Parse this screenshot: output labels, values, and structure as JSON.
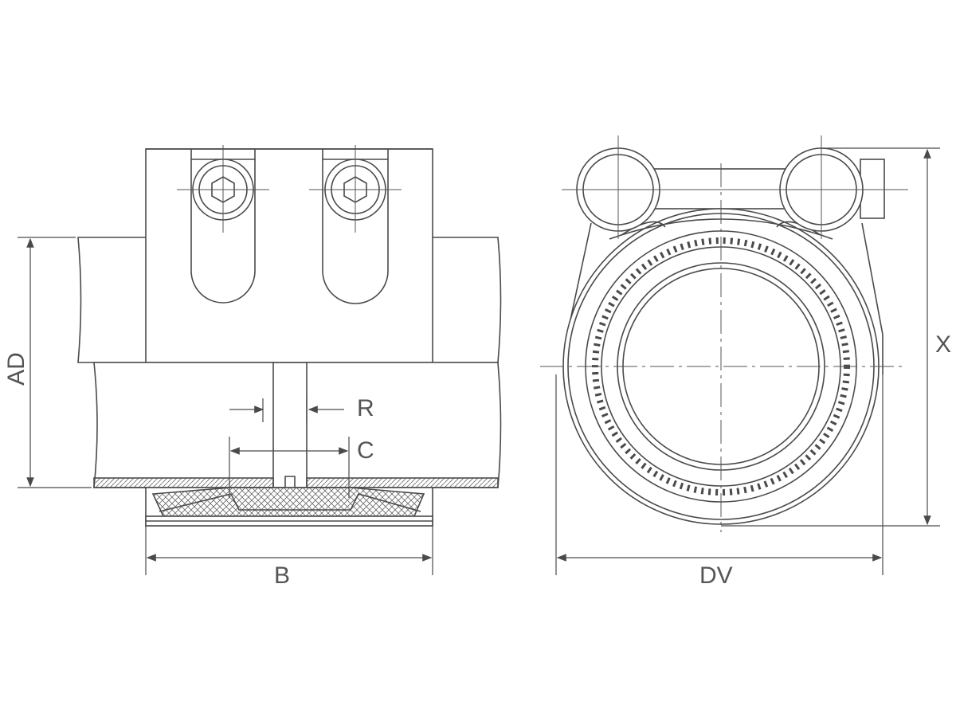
{
  "diagram": {
    "labels": {
      "ad": "AD",
      "r": "R",
      "c": "C",
      "b": "B",
      "dv": "DV",
      "x": "X"
    },
    "colors": {
      "line": "#4a4a4a",
      "center_line": "#555555",
      "fill": "#ffffff",
      "hatch": "#6a6a6a"
    }
  }
}
